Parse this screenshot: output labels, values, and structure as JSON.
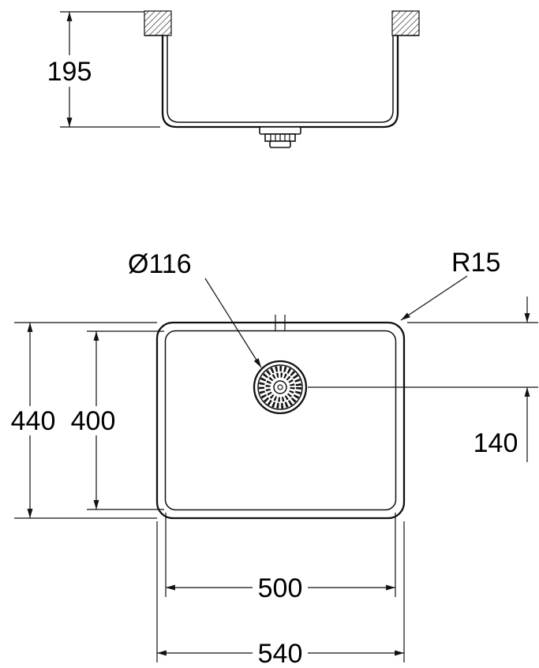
{
  "colors": {
    "background": "#ffffff",
    "line": "#000000",
    "text": "#000000"
  },
  "drawing": {
    "kind": "sink-technical-dimension-drawing",
    "side_view": {
      "depth": "195"
    },
    "plan_view": {
      "drain_diameter": "Ø116",
      "corner_radius": "R15",
      "overall_height": "440",
      "bowl_height": "400",
      "drain_offset": "140",
      "bowl_width": "500",
      "overall_width": "540"
    }
  }
}
